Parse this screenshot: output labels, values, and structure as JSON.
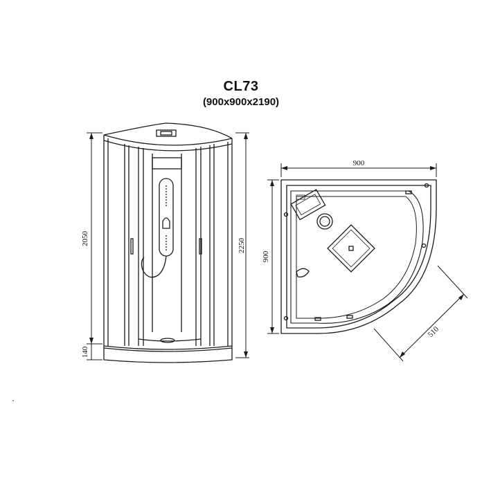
{
  "header": {
    "model": "CL73",
    "dimensions": "(900x900x2190)"
  },
  "front_view": {
    "total_height": "2250",
    "cabin_height": "2050",
    "base_height": "140"
  },
  "plan_view": {
    "width": "900",
    "depth": "900",
    "door_opening": "510"
  },
  "colors": {
    "line": "#1a1a1a",
    "background": "#ffffff"
  }
}
